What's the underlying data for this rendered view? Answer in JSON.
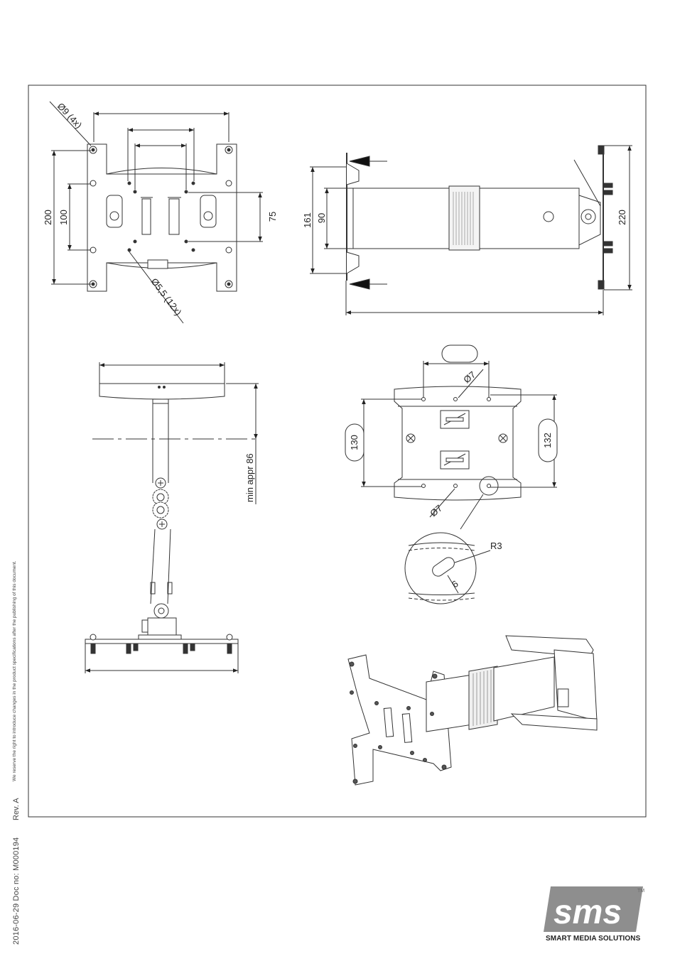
{
  "dims": {
    "hole_9": "Ø9 (4x)",
    "hole_55": "Ø5,5 (12x)",
    "d200": "200",
    "d100": "100",
    "d75": "75",
    "d161": "161",
    "d90": "90",
    "d220": "220",
    "min_appr": "min appr 86",
    "d130": "130",
    "d132": "132",
    "hole_7_top": "Ø7",
    "hole_7_bottom": "Ø7",
    "r3": "R3",
    "six": "6"
  },
  "footer": {
    "doc_meta": "2016-06-29   Doc no: M000194",
    "rev": "Rev. A",
    "disclaimer": "We reserve the right to introduce changes in the product specifications after the publishing of this document."
  },
  "brand": {
    "logo": "sms",
    "tm": "TM",
    "tagline": "SMART MEDIA SOLUTIONS",
    "color": "#8e8e8e"
  }
}
